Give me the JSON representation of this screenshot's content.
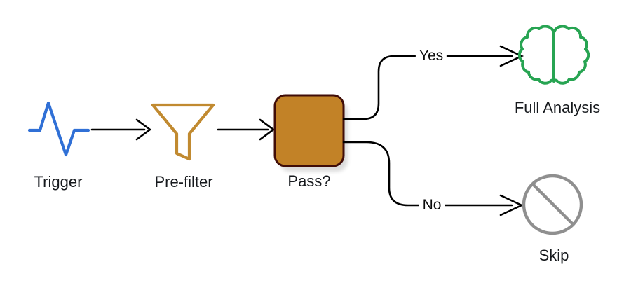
{
  "diagram": {
    "background": "#ffffff",
    "connector_color": "#000000",
    "nodes": [
      {
        "label": "Trigger",
        "icon": "pulse-waveform",
        "color": "#3070d6"
      },
      {
        "label": "Pre-filter",
        "icon": "funnel",
        "color": "#c18a30"
      },
      {
        "label": "Pass?",
        "shape": "rounded-square",
        "fill": "#c28227",
        "border": "#400d08"
      },
      {
        "label": "Full Analysis",
        "icon": "brain",
        "color": "#27a452"
      },
      {
        "label": "Skip",
        "icon": "no-entry",
        "color": "#8f8f8f"
      }
    ],
    "edges": [
      {
        "from": "Trigger",
        "to": "Pre-filter",
        "label": ""
      },
      {
        "from": "Pre-filter",
        "to": "Pass?",
        "label": ""
      },
      {
        "from": "Pass?",
        "to": "Full Analysis",
        "label": "Yes"
      },
      {
        "from": "Pass?",
        "to": "Skip",
        "label": "No"
      }
    ]
  }
}
